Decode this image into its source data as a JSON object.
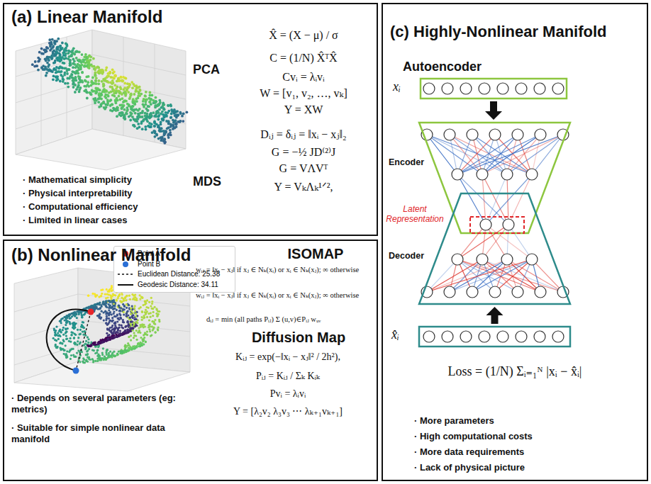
{
  "diagram": {
    "nodes": [
      {
        "text": [
          "(a) Linear Manifold",
          "PCA",
          "X̂ = (X − μ) / σ",
          "C = (1/N) X̂ᵀX̂",
          "Cvᵢ = λᵢvᵢ",
          "W = [v₁, v₂, …, vₖ]",
          "Y = XW",
          "MDS",
          "Dᵢⱼ = δᵢⱼ = ‖xᵢ − xⱼ‖₂",
          "G = −½ JD⁽²⁾J",
          "G = VΛVᵀ",
          "Y = VₖΛₖ¹ᐟ²,",
          "· Mathematical simplicity",
          "· Physical interpretability",
          "· Computational efficiency",
          "· Limited in linear cases"
        ]
      },
      {
        "text": [
          "(b) Nonlinear Manifold",
          "ISOMAP",
          "wᵢⱼ = ‖xᵢ − xⱼ‖ if xⱼ ∈ Nₖ(xᵢ) or xᵢ ∈ Nₖ(xⱼ); ∞ otherwise",
          "wᵢⱼ = ‖xᵢ − xⱼ‖ if xⱼ ∈ Nₖ(xᵢ) or xᵢ ∈ Nₖ(xⱼ); ∞ otherwise",
          "dᵢⱼ = min (all paths Pᵢⱼ) Σ (u,v)∈Pᵢⱼ wᵤᵥ",
          "Diffusion Map",
          "Kᵢⱼ = exp(−‖xᵢ − xⱼ‖² / 2h²),",
          "Pᵢⱼ = Kᵢⱼ / Σₖ Kᵢₖ",
          "Pvᵢ = λᵢvᵢ",
          "Y = [λ₂v₂  λ₃v₃  ⋯  λₖ₊₁vₖ₊₁]",
          "· Depends on several parameters (eg: metrics)",
          "· Suitable for simple nonlinear data manifold"
        ]
      },
      {
        "text": [
          "(c) Highly-Nonlinear Manifold",
          "Autoencoder",
          "Loss = (1/N) Σᵢ₌₁ᴺ |xᵢ − x̂ᵢ|",
          "· More parameters",
          "· High computational costs",
          "· More data requirements",
          "· Lack of physical picture"
        ]
      },
      {
        "text": [
          "xᵢ"
        ],
        "in": 2
      },
      {
        "text": [
          "Encoder"
        ],
        "in": 2
      },
      {
        "text": [
          "Latent Representation"
        ],
        "in": 2
      },
      {
        "text": [
          "Decoder"
        ],
        "in": 2
      },
      {
        "text": [
          "x̂ᵢ"
        ],
        "in": 2
      }
    ],
    "edges": [
      {
        "from": 3,
        "to": 4,
        "arrow": "to"
      },
      {
        "from": 7,
        "to": 6,
        "arrow": "to"
      }
    ],
    "legend": [
      {
        "text": "Point A",
        "color": "#e8262a"
      },
      {
        "text": "Point B",
        "color": "#2a6fd6"
      },
      {
        "text": "Euclidean Distance: 25.38"
      },
      {
        "text": "Geodesic Distance: 34.11"
      }
    ]
  }
}
